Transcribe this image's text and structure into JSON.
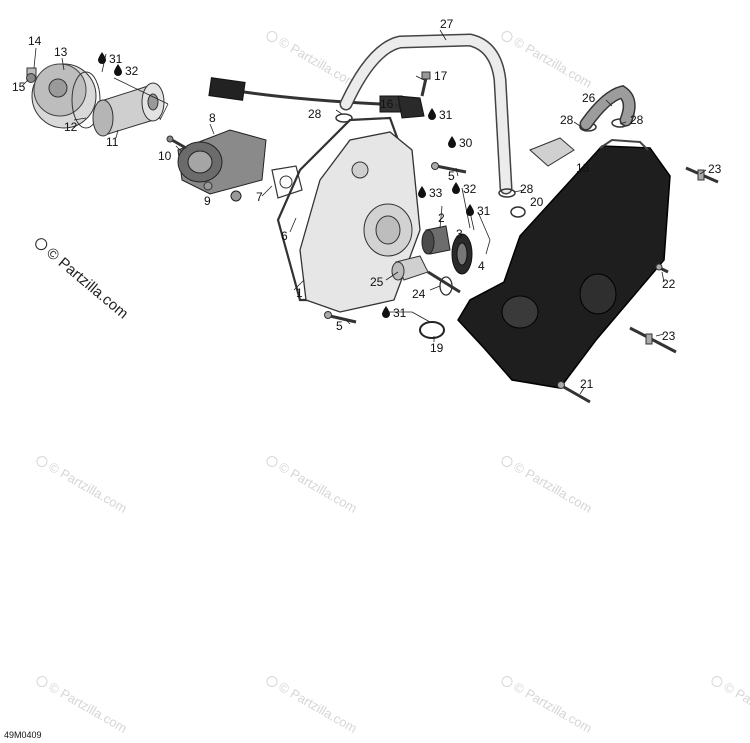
{
  "watermark_text": "© Partzilla.com",
  "diagram_code": "49M0409",
  "callouts": {
    "c1": "1",
    "c2": "2",
    "c3": "3",
    "c4": "4",
    "c5a": "5",
    "c5b": "5",
    "c6": "6",
    "c7": "7",
    "c8": "8",
    "c9": "9",
    "c10": "10",
    "c11": "11",
    "c12": "12",
    "c13": "13",
    "c14": "14",
    "c15": "15",
    "c16": "16",
    "c17": "17",
    "c18": "18",
    "c19": "19",
    "c20": "20",
    "c21": "21",
    "c22": "22",
    "c23a": "23",
    "c23b": "23",
    "c24": "24",
    "c25": "25",
    "c26": "26",
    "c27": "27",
    "c28a": "28",
    "c28b": "28",
    "c28c": "28",
    "c28d": "28"
  },
  "lubricant_refs": {
    "l31a": "31",
    "l32a": "32",
    "l31b": "31",
    "l30": "30",
    "l33": "33",
    "l32b": "32",
    "l31c": "31",
    "l31d": "31"
  },
  "colors": {
    "part_fill": "#e4e4e4",
    "cover_dark": "#1e1e1e",
    "line": "#333333"
  }
}
